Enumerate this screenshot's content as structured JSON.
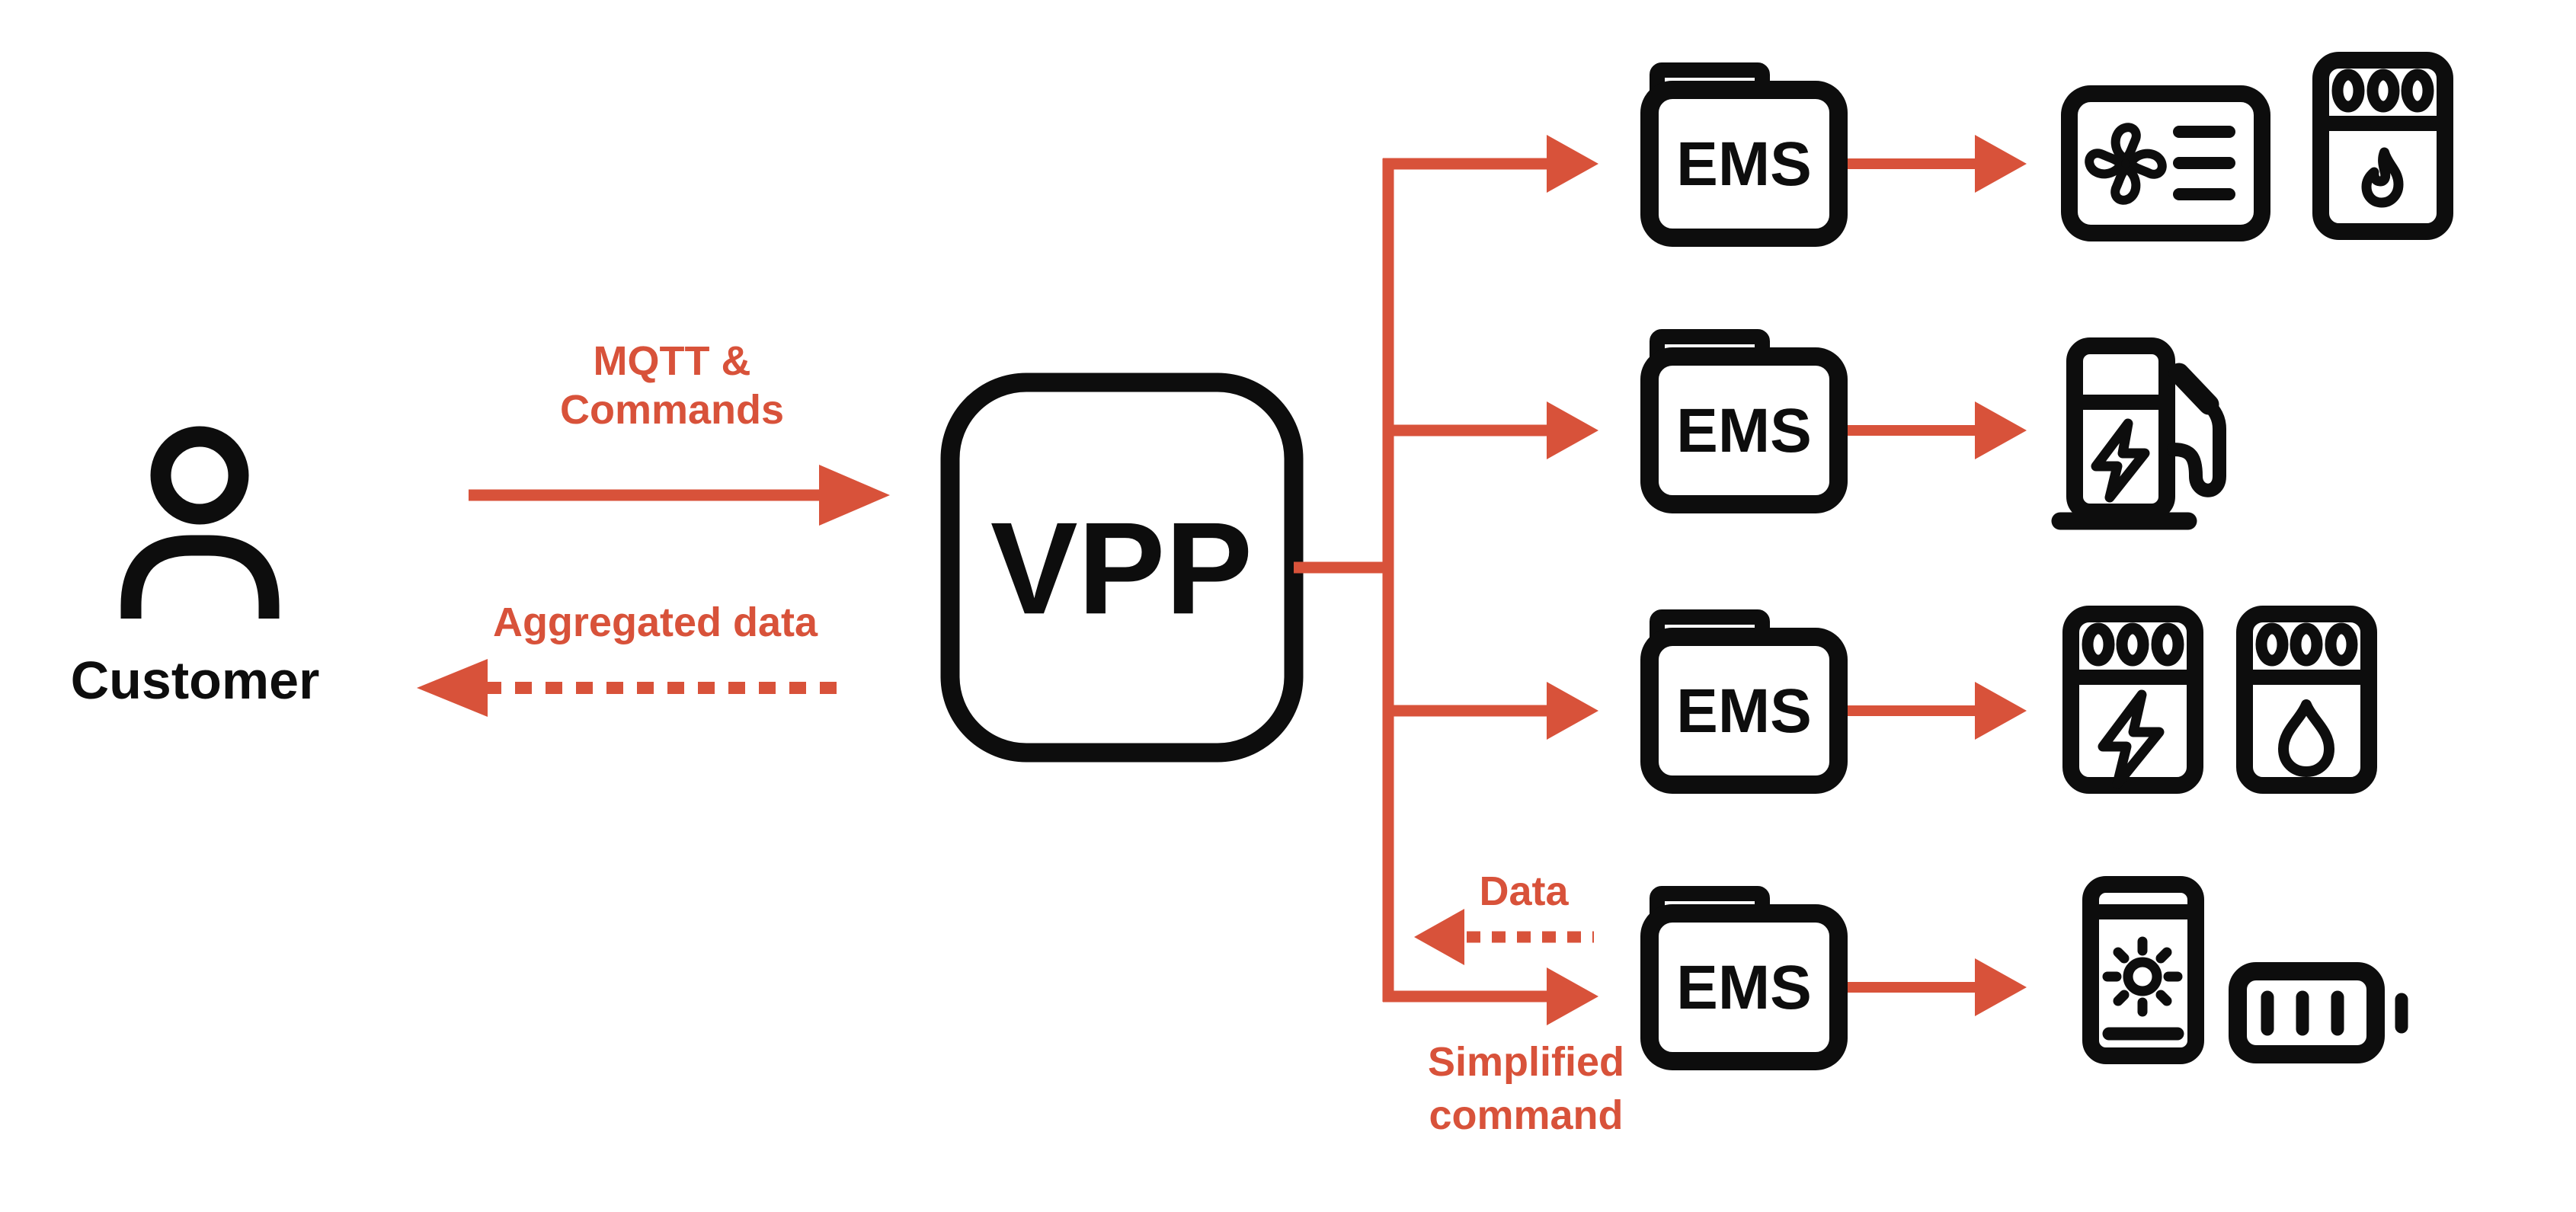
{
  "palette": {
    "accent_red": "#D8523A",
    "ink_black": "#0D0D0D",
    "background": "#FFFFFF"
  },
  "customer": {
    "label": "Customer",
    "icon": "person-icon"
  },
  "vpp": {
    "label": "VPP"
  },
  "flows": {
    "to_vpp": {
      "line1": "MQTT &",
      "line2": "Commands",
      "style": "solid-arrow-right"
    },
    "from_vpp": {
      "label": "Aggregated data",
      "style": "dashed-arrow-left"
    },
    "row4_data": {
      "label": "Data",
      "style": "dashed-arrow-left"
    },
    "row4_command": {
      "line1": "Simplified",
      "line2": "command",
      "style": "solid-arrow-right"
    }
  },
  "ems_rows": [
    {
      "label": "EMS",
      "devices": [
        {
          "icon": "hvac-unit-icon"
        },
        {
          "icon": "gas-boiler-icon"
        }
      ]
    },
    {
      "label": "EMS",
      "devices": [
        {
          "icon": "ev-charger-icon"
        }
      ]
    },
    {
      "label": "EMS",
      "devices": [
        {
          "icon": "electric-heater-icon"
        },
        {
          "icon": "water-heater-icon"
        }
      ]
    },
    {
      "label": "EMS",
      "devices": [
        {
          "icon": "solar-panel-icon"
        },
        {
          "icon": "home-battery-icon"
        }
      ]
    }
  ]
}
